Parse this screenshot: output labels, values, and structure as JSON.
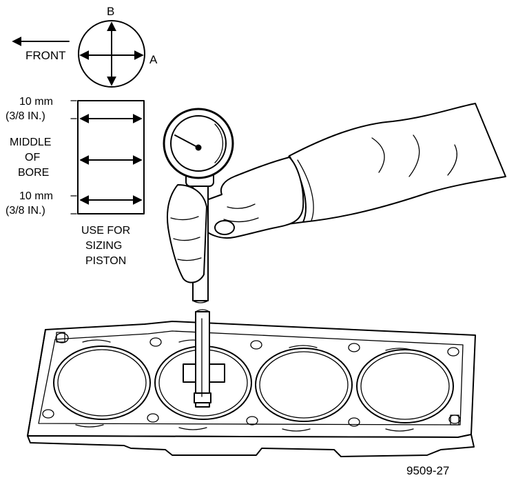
{
  "labels": {
    "front": "FRONT",
    "axis_a": "A",
    "axis_b": "B",
    "top_mm": "10 mm",
    "top_in": "(3/8 IN.)",
    "middle_1": "MIDDLE",
    "middle_2": "OF",
    "middle_3": "BORE",
    "bottom_mm": "10 mm",
    "bottom_in": "(3/8 IN.)",
    "use_1": "USE FOR",
    "use_2": "SIZING",
    "use_3": "PISTON",
    "figure_id": "9509-27"
  },
  "colors": {
    "ink": "#000000",
    "paper": "#ffffff"
  }
}
